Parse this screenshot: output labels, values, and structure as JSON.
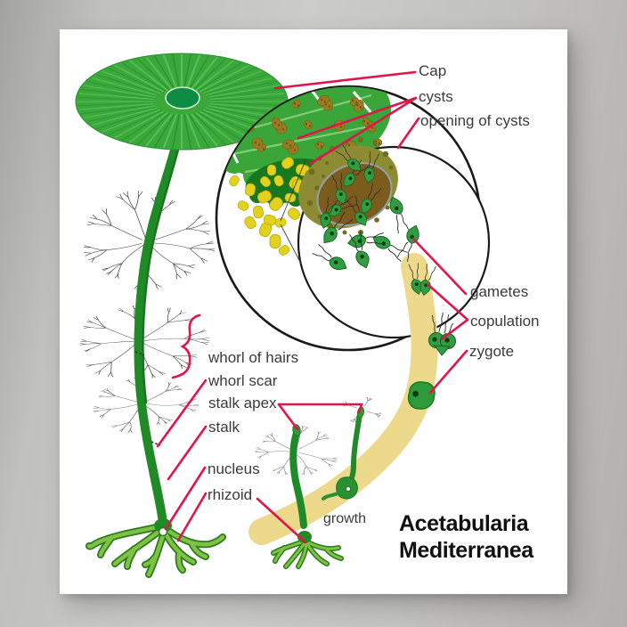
{
  "poster": {
    "title_line1": "Acetabularia",
    "title_line2": "Mediterranea",
    "labels": {
      "cap": "Cap",
      "cysts": "cysts",
      "opening_of_cysts": "opening of cysts",
      "gametes": "gametes",
      "copulation": "copulation",
      "zygote": "zygote",
      "whorl_of_hairs": "whorl of hairs",
      "whorl_scar": "whorl scar",
      "stalk_apex": "stalk apex",
      "stalk": "stalk",
      "nucleus": "nucleus",
      "rhizoid": "rhizoid",
      "growth": "growth"
    },
    "colors": {
      "label_line_red": "#e0164a",
      "cap_green": "#3aa83a",
      "cap_ray_light": "#58bd55",
      "cap_ray_dark": "#27942c",
      "cap_center_green": "#0e8c44",
      "stalk_green": "#1f8a26",
      "rhizoid_light_green": "#7dc242",
      "segment_green": "#3aa538",
      "pocket_dark_green": "#17781f",
      "cyst_brown": "#9b7a24",
      "cyst_brown_dot": "#6e550e",
      "olive_body": "#8d8b33",
      "olive_spot": "#6f6d22",
      "inner_brown": "#7b5c1d",
      "inner_brown_rim": "#93a3ab",
      "yellow_cyst": "#e2d11d",
      "growth_band": "#ecd98b",
      "gamete_green": "#2f9e42",
      "circle_outline": "#1a1a1a",
      "label_text": "#3b3b3b",
      "title_text": "#111111"
    }
  }
}
